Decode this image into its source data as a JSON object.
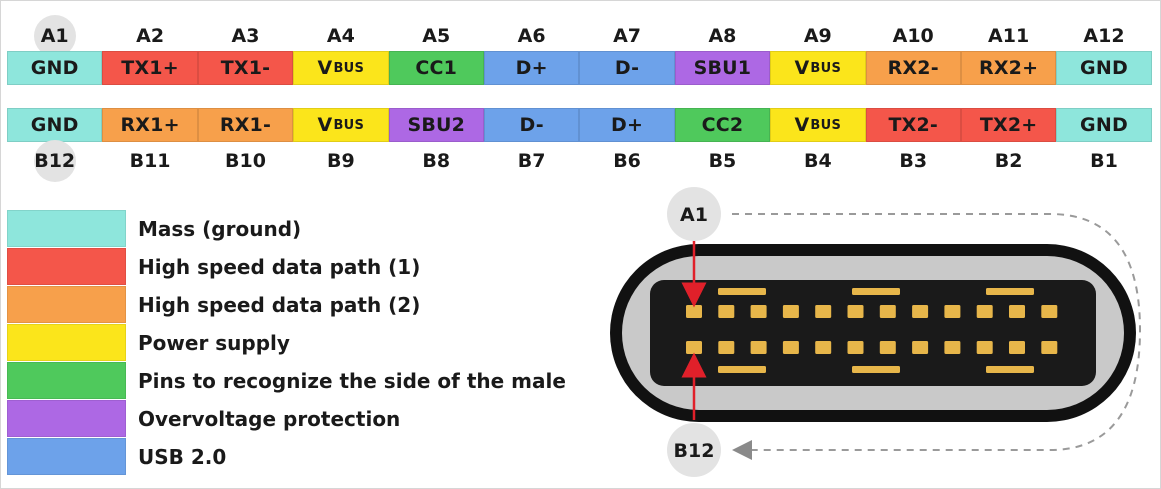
{
  "colors": {
    "ground": "#8ee6dc",
    "hs1": "#f4564a",
    "hs2": "#f7a04b",
    "power": "#fbe51b",
    "side": "#4fc95c",
    "ovp": "#ad68e4",
    "usb2": "#6da2ea"
  },
  "top_row": {
    "labels": [
      "A1",
      "A2",
      "A3",
      "A4",
      "A5",
      "A6",
      "A7",
      "A8",
      "A9",
      "A10",
      "A11",
      "A12"
    ],
    "pins": [
      {
        "text": "GND",
        "color": "ground"
      },
      {
        "text": "TX1+",
        "color": "hs1"
      },
      {
        "text": "TX1-",
        "color": "hs1"
      },
      {
        "text": "V",
        "sub": "BUS",
        "color": "power"
      },
      {
        "text": "CC1",
        "color": "side"
      },
      {
        "text": "D+",
        "color": "usb2"
      },
      {
        "text": "D-",
        "color": "usb2"
      },
      {
        "text": "SBU1",
        "color": "ovp"
      },
      {
        "text": "V",
        "sub": "BUS",
        "color": "power"
      },
      {
        "text": "RX2-",
        "color": "hs2"
      },
      {
        "text": "RX2+",
        "color": "hs2"
      },
      {
        "text": "GND",
        "color": "ground"
      }
    ]
  },
  "bottom_row": {
    "labels": [
      "B12",
      "B11",
      "B10",
      "B9",
      "B8",
      "B7",
      "B6",
      "B5",
      "B4",
      "B3",
      "B2",
      "B1"
    ],
    "pins": [
      {
        "text": "GND",
        "color": "ground"
      },
      {
        "text": "RX1+",
        "color": "hs2"
      },
      {
        "text": "RX1-",
        "color": "hs2"
      },
      {
        "text": "V",
        "sub": "BUS",
        "color": "power"
      },
      {
        "text": "SBU2",
        "color": "ovp"
      },
      {
        "text": "D-",
        "color": "usb2"
      },
      {
        "text": "D+",
        "color": "usb2"
      },
      {
        "text": "CC2",
        "color": "side"
      },
      {
        "text": "V",
        "sub": "BUS",
        "color": "power"
      },
      {
        "text": "TX2-",
        "color": "hs1"
      },
      {
        "text": "TX2+",
        "color": "hs1"
      },
      {
        "text": "GND",
        "color": "ground"
      }
    ]
  },
  "legend": [
    {
      "color": "ground",
      "label": "Mass (ground)"
    },
    {
      "color": "hs1",
      "label": "High speed data path (1)"
    },
    {
      "color": "hs2",
      "label": "High speed data path (2)"
    },
    {
      "color": "power",
      "label": "Power supply"
    },
    {
      "color": "side",
      "label": "Pins to recognize the side of the male"
    },
    {
      "color": "ovp",
      "label": "Overvoltage protection"
    },
    {
      "color": "usb2",
      "label": "USB 2.0"
    }
  ],
  "connector": {
    "top_marker": "A1",
    "bottom_marker": "B12",
    "contacts_per_row": 12,
    "colors": {
      "shell": "#111111",
      "insert": "#c9c9c9",
      "contact": "#e7b64a",
      "arrow": "#e0202a",
      "path": "#9a9a9a",
      "marker_bg": "#e3e3e3"
    }
  }
}
